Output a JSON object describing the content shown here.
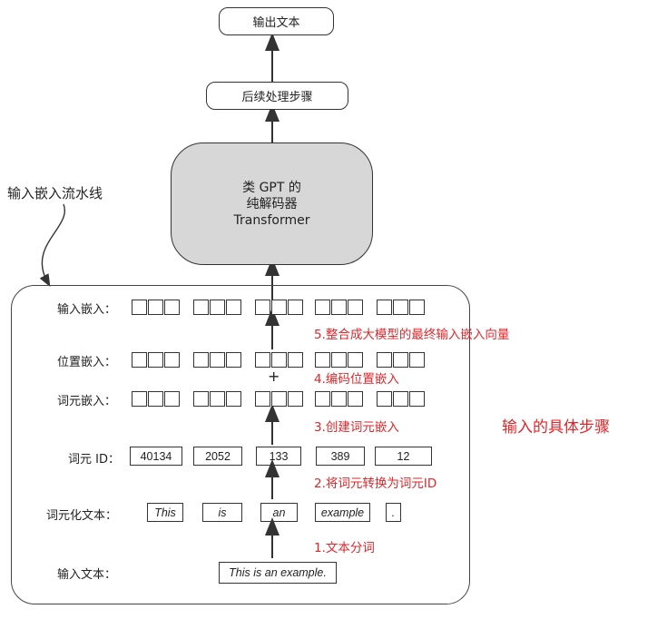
{
  "top": {
    "output_text": "输出文本",
    "post_processing": "后续处理步骤",
    "transformer_line1": "类 GPT 的",
    "transformer_line2": "纯解码器",
    "transformer_line3": "Transformer"
  },
  "pipeline_label": "输入嵌入流水线",
  "rows": {
    "input_embedding": "输入嵌入：",
    "position_embedding": "位置嵌入：",
    "token_embedding": "词元嵌入：",
    "token_ids": "词元 ID：",
    "tokenized_text": "词元化文本：",
    "input_text": "输入文本："
  },
  "plus_sign": "+",
  "token_ids": [
    "40134",
    "2052",
    "133",
    "389",
    "12"
  ],
  "tokens": [
    "This",
    "is",
    "an",
    "example",
    "."
  ],
  "input_sentence": "This is an example.",
  "steps": {
    "step5": "5.整合成大模型的最终输入嵌入向量",
    "step4": "4.编码位置嵌入",
    "step3": "3.创建词元嵌入",
    "step2": "2.将词元转换为词元ID",
    "step1": "1.文本分词"
  },
  "side_title": "输入的具体步骤",
  "colors": {
    "annotation_red": "#e0262a",
    "transformer_fill": "#d7d7d7"
  }
}
